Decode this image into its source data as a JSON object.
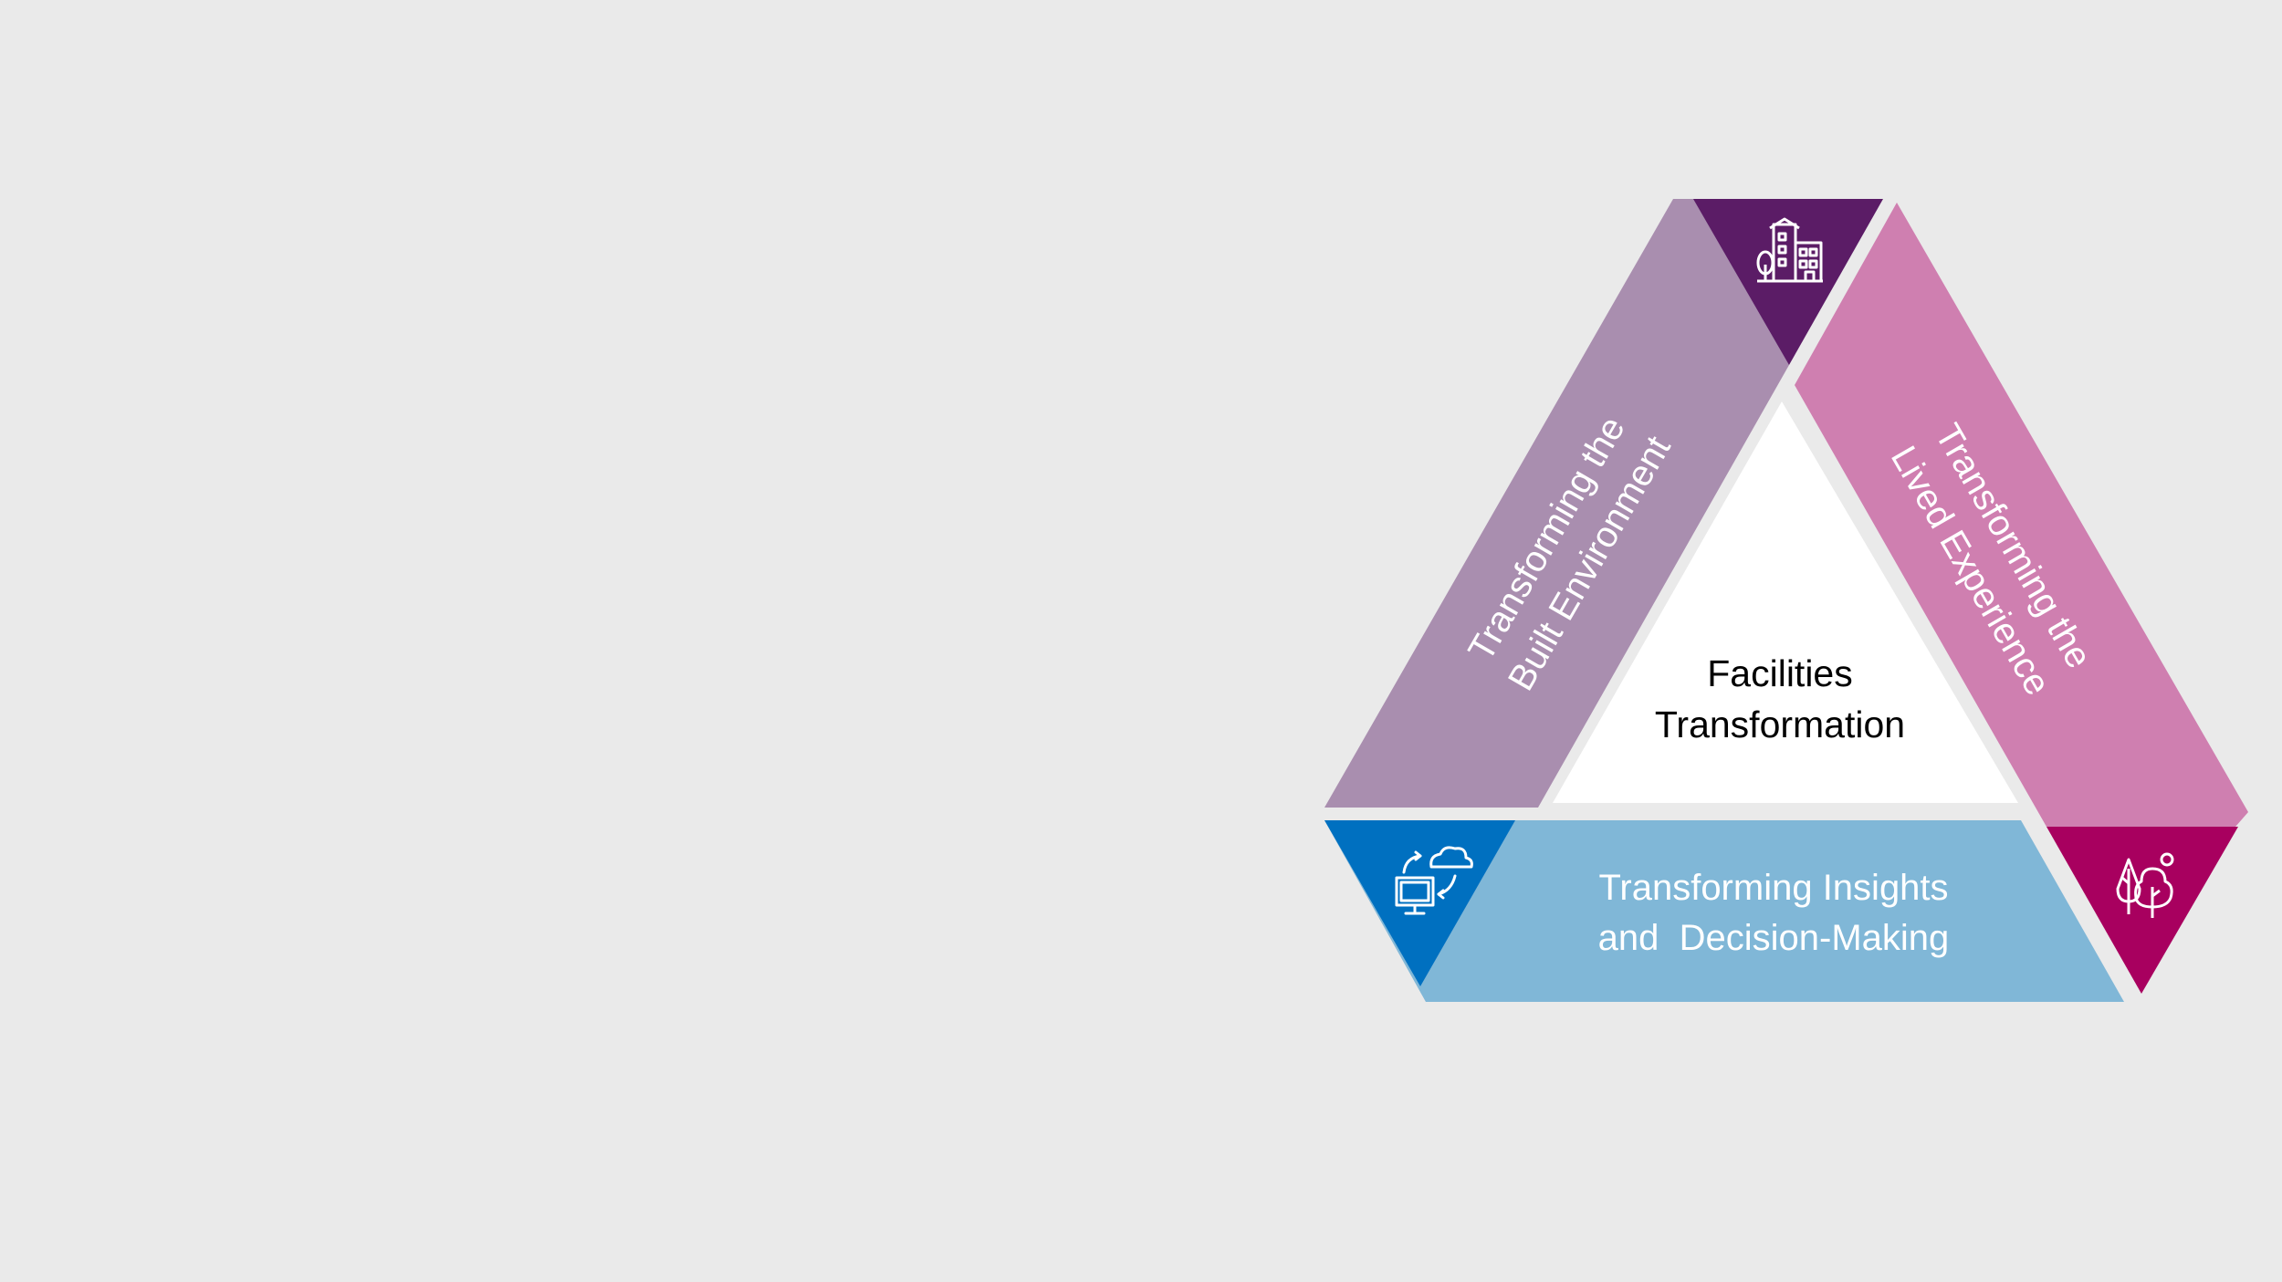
{
  "diagram": {
    "center": {
      "lines": [
        "Facilities",
        "Transformation"
      ]
    },
    "segments": {
      "built": {
        "lines": [
          "Transforming the",
          "Built Environment"
        ],
        "icon": "building-tree-icon"
      },
      "lived": {
        "lines": [
          "Transforming the",
          "Lived Experience"
        ],
        "icon": "trees-sun-icon"
      },
      "insights": {
        "lines": [
          "Transforming Insights",
          "and  Decision-Making"
        ],
        "icon": "computer-cloud-sync-icon"
      }
    }
  },
  "colors": {
    "background": "#eaeaea",
    "built_band": "#a98eaf",
    "built_corner": "#5b1c66",
    "lived_band": "#cf7fb0",
    "lived_corner": "#a8005f",
    "insights_band": "#80b7d7",
    "insights_corner": "#0070c0",
    "center_fill": "#ffffff",
    "center_text": "#000000",
    "band_text": "#ffffff"
  }
}
